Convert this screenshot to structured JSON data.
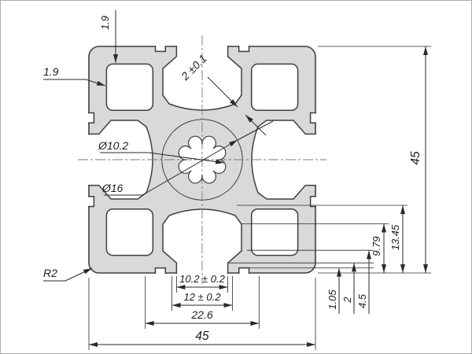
{
  "drawing": {
    "kind": "technical-drawing",
    "subject": "45x45 aluminium extrusion profile cross-section",
    "colors": {
      "material": "#d9d9d9",
      "outline": "#3f3f3f",
      "dimension_lines": "#2a2a2a",
      "centerline": "#787878",
      "background": "#ffffff"
    },
    "dimensions": {
      "wall_top": "1.9",
      "wall_left": "1.9",
      "lip_thickness": "2 ±0.1",
      "height": "45",
      "width": "45",
      "center_bore": "Ø10.2",
      "core_circle": "Ø16",
      "corner_radius": "R2",
      "slot_opening": "10.2 ± 0.2",
      "slot_inner": "12 ± 0.2",
      "slot_span": "22.6",
      "step_1": "1.05",
      "step_2": "2",
      "step_3": "4.5",
      "depth_1": "9.79",
      "depth_2": "13.45"
    }
  }
}
